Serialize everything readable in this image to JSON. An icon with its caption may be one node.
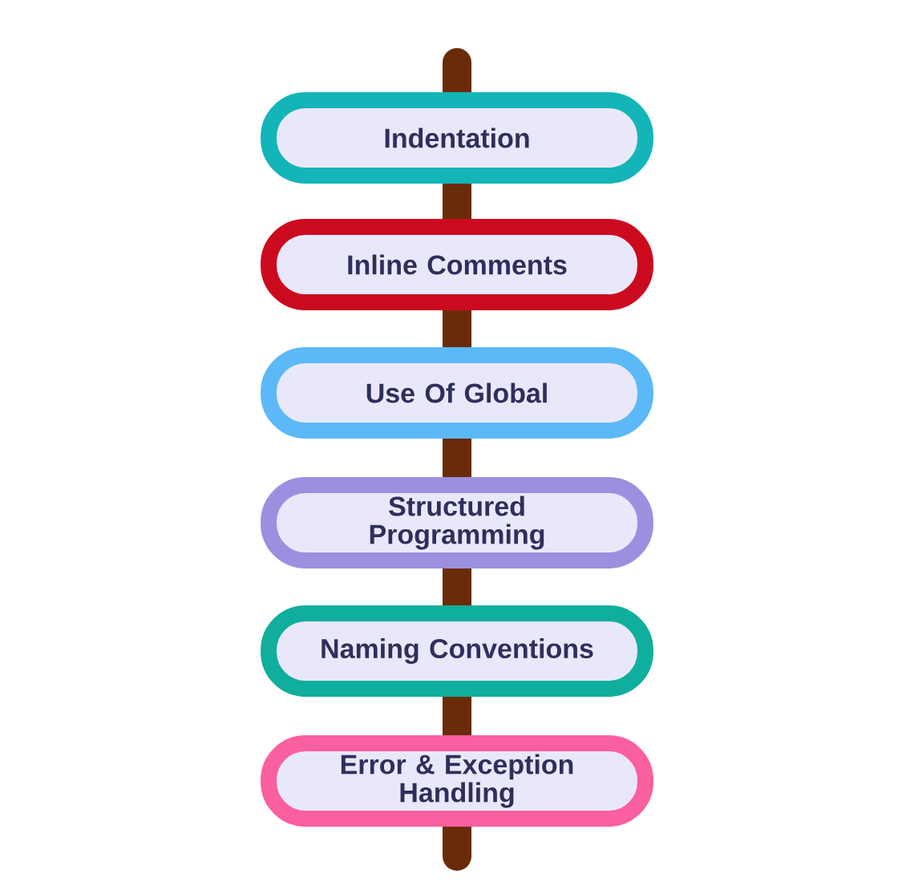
{
  "diagram": {
    "nodes": [
      {
        "text": [
          "Indentation"
        ]
      },
      {
        "text": [
          "Inline Comments"
        ]
      },
      {
        "text": [
          "Use Of Global"
        ]
      },
      {
        "text": [
          "Structured Programming"
        ]
      },
      {
        "text": [
          "Naming Conventions"
        ]
      },
      {
        "text": [
          "Error & Exception Handling"
        ]
      }
    ]
  }
}
